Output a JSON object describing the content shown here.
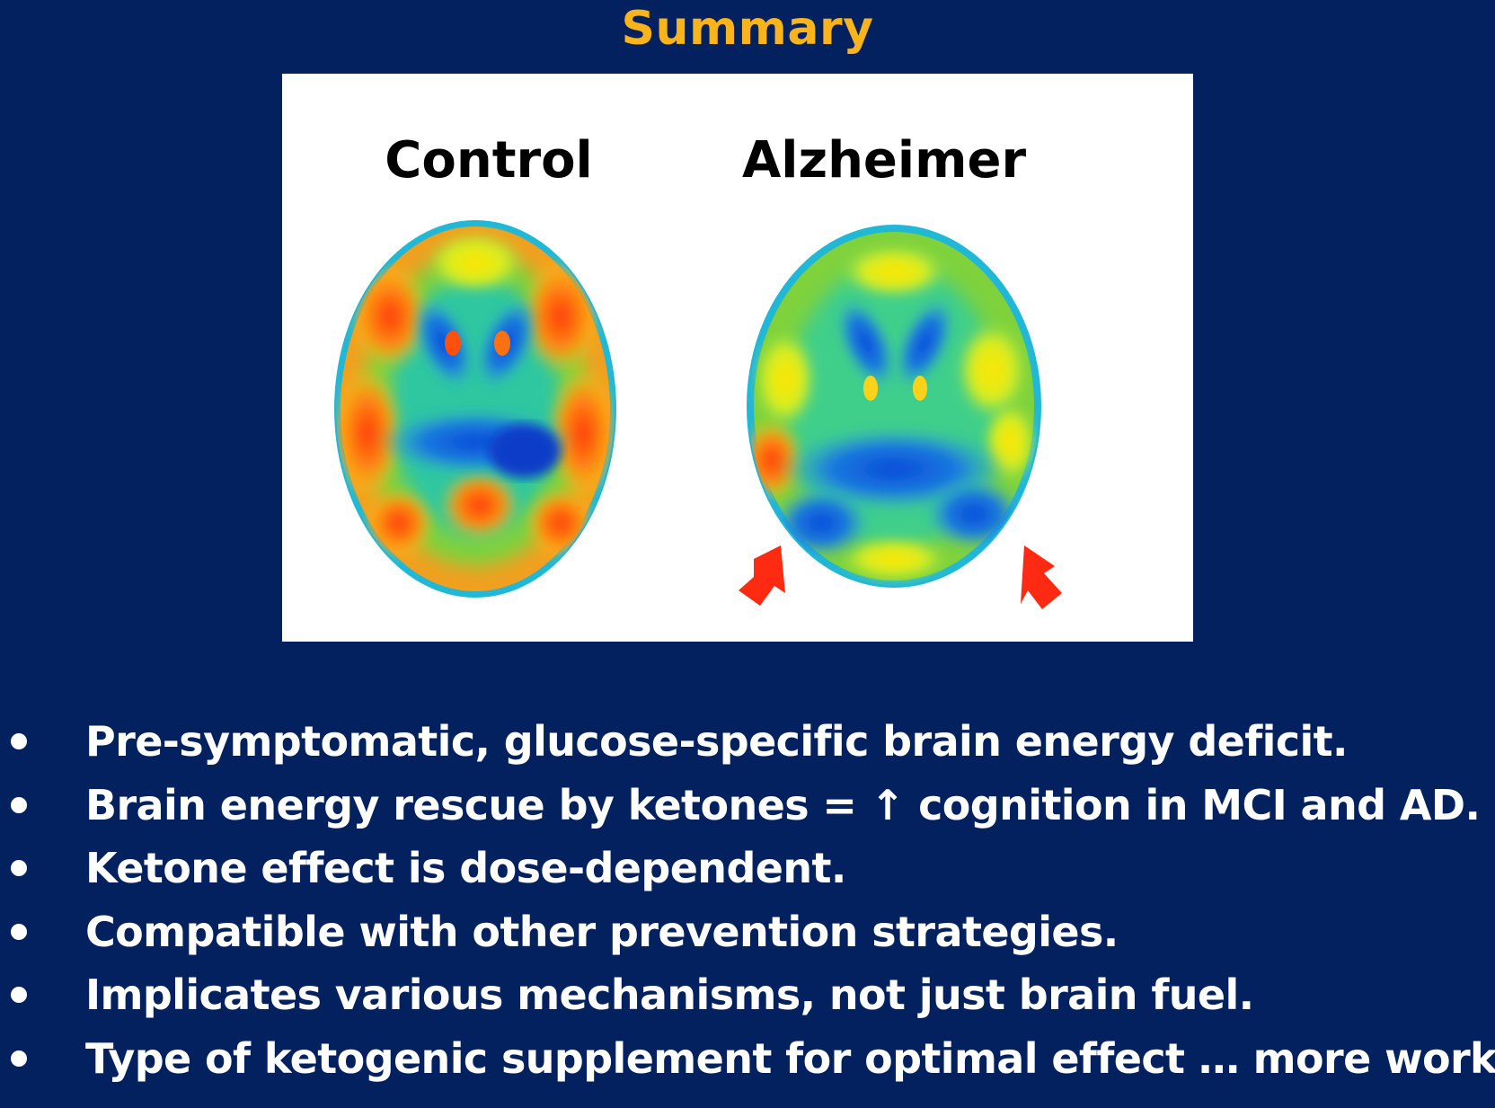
{
  "slide": {
    "title": "Summary",
    "title_color": "#f8b41a",
    "background_color": "#03205f"
  },
  "figure": {
    "left_label": "Control",
    "right_label": "Alzheimer",
    "arrow_color": "#ff2a12"
  },
  "bullets": [
    {
      "text": "Pre-symptomatic, glucose-specific brain energy deficit."
    },
    {
      "text": "Brain energy rescue by ketones = ↑ cognition in MCI and AD."
    },
    {
      "text": "Ketone effect is dose-dependent."
    },
    {
      "text": "Compatible with other prevention strategies."
    },
    {
      "text": "Implicates various mechanisms, not just brain fuel."
    },
    {
      "text": "Type of ketogenic supplement for optimal effect … more work!"
    }
  ]
}
